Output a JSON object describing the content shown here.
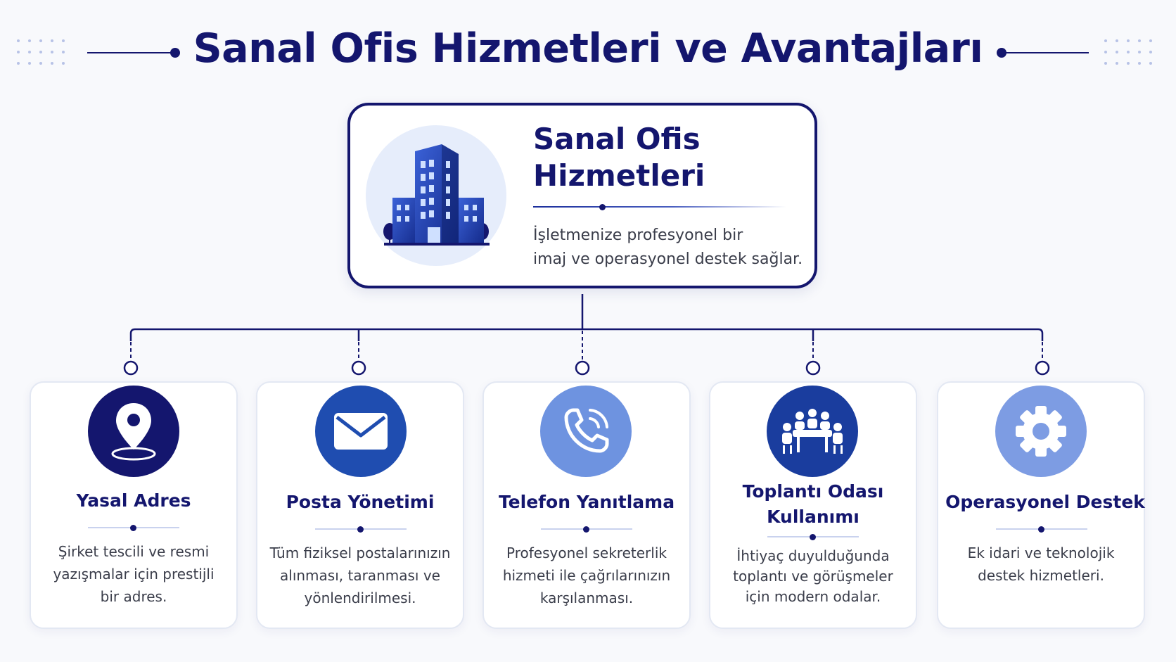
{
  "header": {
    "title": "Sanal Ofis Hizmetleri ve Avantajları"
  },
  "main_card": {
    "title_line1": "Sanal Ofis",
    "title_line2": "Hizmetleri",
    "desc_line1": "İşletmenize profesyonel bir",
    "desc_line2": "imaj ve operasyonel destek sağlar.",
    "icon": "office-building-icon"
  },
  "services": [
    {
      "title": "Yasal Adres",
      "desc": [
        "Şirket tescili ve resmi",
        "yazışmalar için prestijli",
        "bir adres."
      ],
      "icon": "location-pin-icon",
      "color": "#14166e"
    },
    {
      "title": "Posta Yönetimi",
      "desc": [
        "Tüm fiziksel postalarınızın",
        "alınması, taranması ve",
        "yönlendirilmesi."
      ],
      "icon": "envelope-icon",
      "color": "#1f4db0"
    },
    {
      "title": "Telefon Yanıtlama",
      "desc": [
        "Profesyonel sekreterlik",
        "hizmeti ile çağrılarınızın",
        "karşılanması."
      ],
      "icon": "phone-icon",
      "color": "#6e93e0"
    },
    {
      "title_line1": "Toplantı Odası",
      "title_line2": "Kullanımı",
      "desc": [
        "İhtiyaç duyulduğunda",
        "toplantı ve görüşmeler",
        "için modern odalar."
      ],
      "icon": "meeting-room-icon",
      "color": "#1a3d9e"
    },
    {
      "title": "Operasyonel Destek",
      "desc": [
        "Ek idari ve teknolojik",
        "destek hizmetleri."
      ],
      "icon": "gear-icon",
      "color": "#7d9ce3"
    }
  ],
  "colors": {
    "navy": "#14166e",
    "background": "#f8f9fc"
  }
}
